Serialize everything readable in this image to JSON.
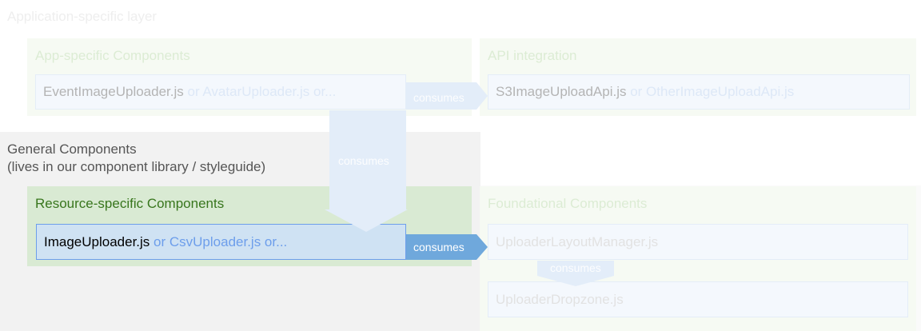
{
  "app_layer": {
    "title": "Application-specific layer",
    "app_components": {
      "title": "App-specific Components",
      "box_primary": "EventImageUploader.js",
      "box_secondary": " or AvatarUploader.js or..."
    },
    "api_integration": {
      "title": "API integration",
      "box_primary": "S3ImageUploadApi.js",
      "box_secondary": " or OtherImageUploadApi.js"
    }
  },
  "general_layer": {
    "title_line1": "General Components",
    "title_line2": "(lives in our component library / styleguide)",
    "resource_components": {
      "title": "Resource-specific Components",
      "box_primary": "ImageUploader.js",
      "box_secondary": " or CsvUploader.js or..."
    },
    "foundational_components": {
      "title": "Foundational Components",
      "layout_manager": "UploaderLayoutManager.js",
      "dropzone": "UploaderDropzone.js"
    }
  },
  "arrows": {
    "app_to_api": "consumes",
    "app_to_resource": "consumes",
    "resource_to_foundational": "consumes",
    "layout_to_dropzone": "consumes"
  },
  "colors": {
    "green_panel": "#d9ead3",
    "green_title": "#38761d",
    "active_box": "#cfe2f3",
    "active_border": "#6d9eeb",
    "arrow_active": "#6fa8dc",
    "arrow_faded": "#e3edf9"
  }
}
